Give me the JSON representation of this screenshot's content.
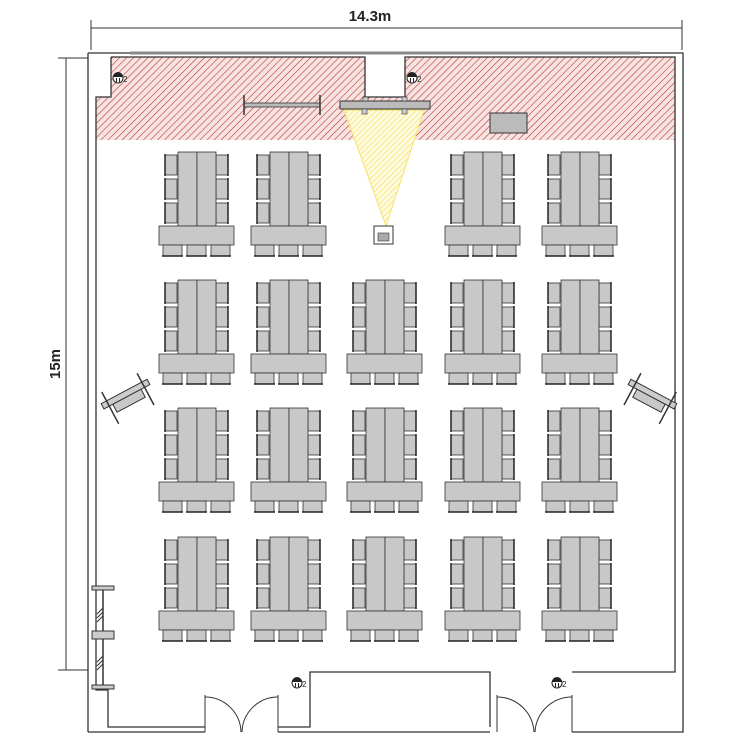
{
  "dimensions": {
    "width_label": "14.3m",
    "height_label": "15m"
  },
  "outlets": [
    {
      "label": "2"
    },
    {
      "label": "2"
    },
    {
      "label": "2"
    },
    {
      "label": "2"
    }
  ],
  "layout": {
    "rows": 4,
    "columns": 5,
    "clusters_present": [
      [
        true,
        true,
        false,
        true,
        true
      ],
      [
        true,
        true,
        true,
        true,
        true
      ],
      [
        true,
        true,
        true,
        true,
        true
      ],
      [
        true,
        true,
        true,
        true,
        true
      ]
    ],
    "chairs_per_side": 3,
    "chairs_at_head": 3
  },
  "colors": {
    "table": "#c8c8c8",
    "hatch": "#c0392b",
    "projection": "#f5e36a",
    "wall": "#333333"
  }
}
